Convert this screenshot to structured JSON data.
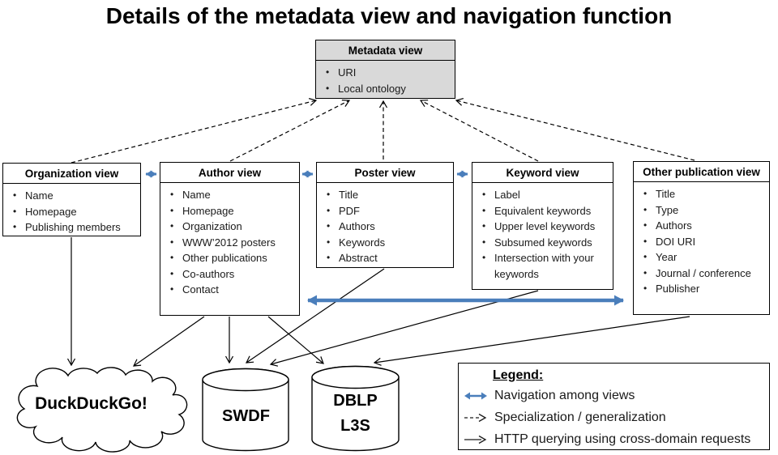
{
  "title": "Details of the metadata view and navigation function",
  "colors": {
    "accent_blue": "#4a7ebb",
    "box_gray": "#d9d9d9"
  },
  "views": {
    "metadata": {
      "title": "Metadata view",
      "items": [
        "URI",
        "Local ontology"
      ]
    },
    "organization": {
      "title": "Organization view",
      "items": [
        "Name",
        "Homepage",
        "Publishing members"
      ]
    },
    "author": {
      "title": "Author view",
      "items": [
        "Name",
        "Homepage",
        "Organization",
        "WWW’2012 posters",
        "Other publications",
        "Co-authors",
        "Contact"
      ]
    },
    "poster": {
      "title": "Poster view",
      "items": [
        "Title",
        "PDF",
        "Authors",
        "Keywords",
        "Abstract"
      ]
    },
    "keyword": {
      "title": "Keyword view",
      "items": [
        "Label",
        "Equivalent keywords",
        "Upper level keywords",
        "Subsumed keywords",
        "Intersection with your keywords"
      ]
    },
    "other_publication": {
      "title": "Other publication view",
      "items": [
        "Title",
        "Type",
        "Authors",
        "DOI URI",
        "Year",
        "Journal / conference",
        "Publisher"
      ]
    }
  },
  "datasources": {
    "duckduckgo": {
      "label": "DuckDuckGo!"
    },
    "swdf": {
      "label": "SWDF"
    },
    "dblp": {
      "label_line1": "DBLP",
      "label_line2": "L3S"
    }
  },
  "legend": {
    "title": "Legend:",
    "items": [
      {
        "symbol": "navigation-double-arrow",
        "label": "Navigation among views"
      },
      {
        "symbol": "dashed-arrow",
        "label": "Specialization / generalization"
      },
      {
        "symbol": "solid-arrow",
        "label": "HTTP querying using cross-domain requests"
      }
    ]
  },
  "relationships": {
    "navigation_among_views": [
      [
        "Organization view",
        "Author view"
      ],
      [
        "Author view",
        "Poster view"
      ],
      [
        "Poster view",
        "Keyword view"
      ],
      [
        "Author view",
        "Other publication view"
      ]
    ],
    "specialization_of_metadata_view": [
      "Organization view",
      "Author view",
      "Poster view",
      "Keyword view",
      "Other publication view"
    ],
    "http_querying": [
      [
        "Organization view",
        "DuckDuckGo!"
      ],
      [
        "Author view",
        "DuckDuckGo!"
      ],
      [
        "Author view",
        "SWDF"
      ],
      [
        "Author view",
        "DBLP L3S"
      ],
      [
        "Poster view",
        "SWDF"
      ],
      [
        "Keyword view",
        "SWDF"
      ],
      [
        "Other publication view",
        "DBLP L3S"
      ]
    ]
  }
}
